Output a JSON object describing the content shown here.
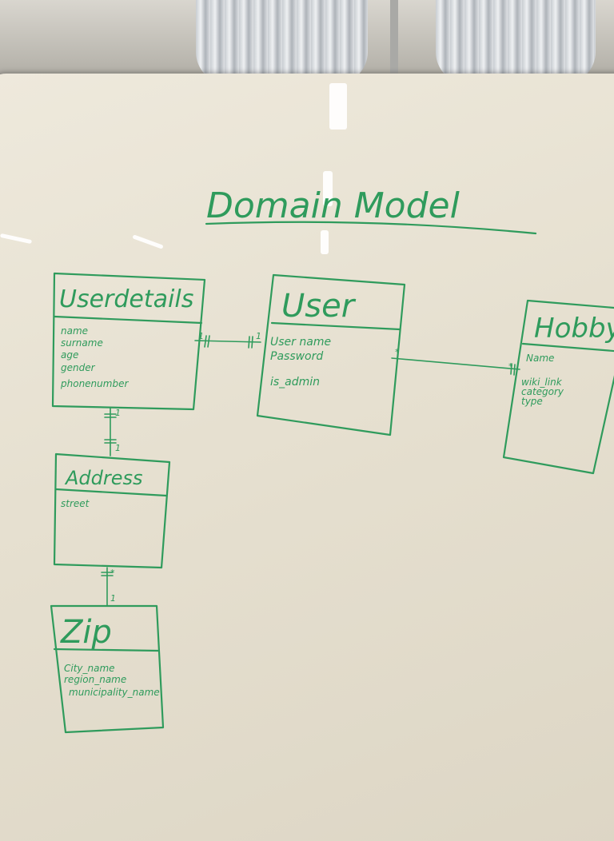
{
  "title": "Domain Model",
  "entities": [
    {
      "name": "Userdetails",
      "attributes": [
        "name",
        "surname",
        "age",
        "gender",
        "phonenumber"
      ]
    },
    {
      "name": "User",
      "attributes": [
        "User name",
        "Password",
        "is_admin"
      ]
    },
    {
      "name": "Hobby",
      "attributes": [
        "Name",
        "wiki_link",
        "category",
        "type"
      ]
    },
    {
      "name": "Address",
      "attributes": [
        "street"
      ]
    },
    {
      "name": "Zip",
      "attributes": [
        "City_name",
        "region_name",
        "municipality_name"
      ]
    }
  ],
  "multiplicities": {
    "userdetails_user_left": "1",
    "userdetails_user_right": "1",
    "user_hobby_left": "*",
    "user_hobby_right": "*",
    "userdetails_address_top": "1",
    "userdetails_address_bottom": "1",
    "address_zip_top": "*",
    "address_zip_bottom": "1"
  },
  "colors": {
    "ink": "#2f9b5c",
    "board": "#e6e0d0"
  }
}
